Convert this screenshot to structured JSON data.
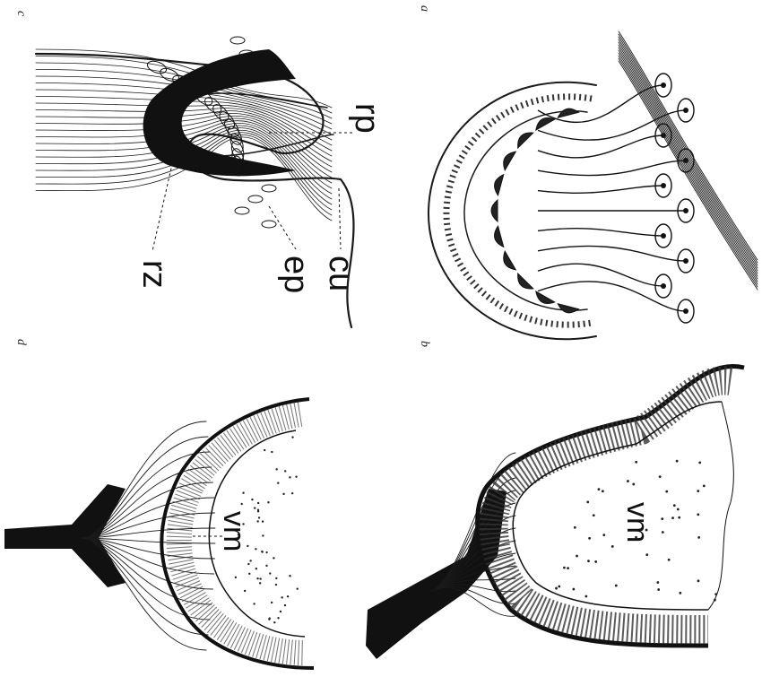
{
  "figure": {
    "panels": [
      {
        "id": "a",
        "letter": "a"
      },
      {
        "id": "b",
        "letter": "b"
      },
      {
        "id": "c",
        "letter": "c"
      },
      {
        "id": "d",
        "letter": "d"
      }
    ],
    "labels": {
      "rp": "rp",
      "rz": "rz",
      "ep": "ep",
      "cu": "cu",
      "vm_b": "vm",
      "vm_d": "vm"
    },
    "ink_color": "#1a1a1a",
    "paper_color": "#ffffff",
    "orientation": "rotated-90-clockwise"
  }
}
